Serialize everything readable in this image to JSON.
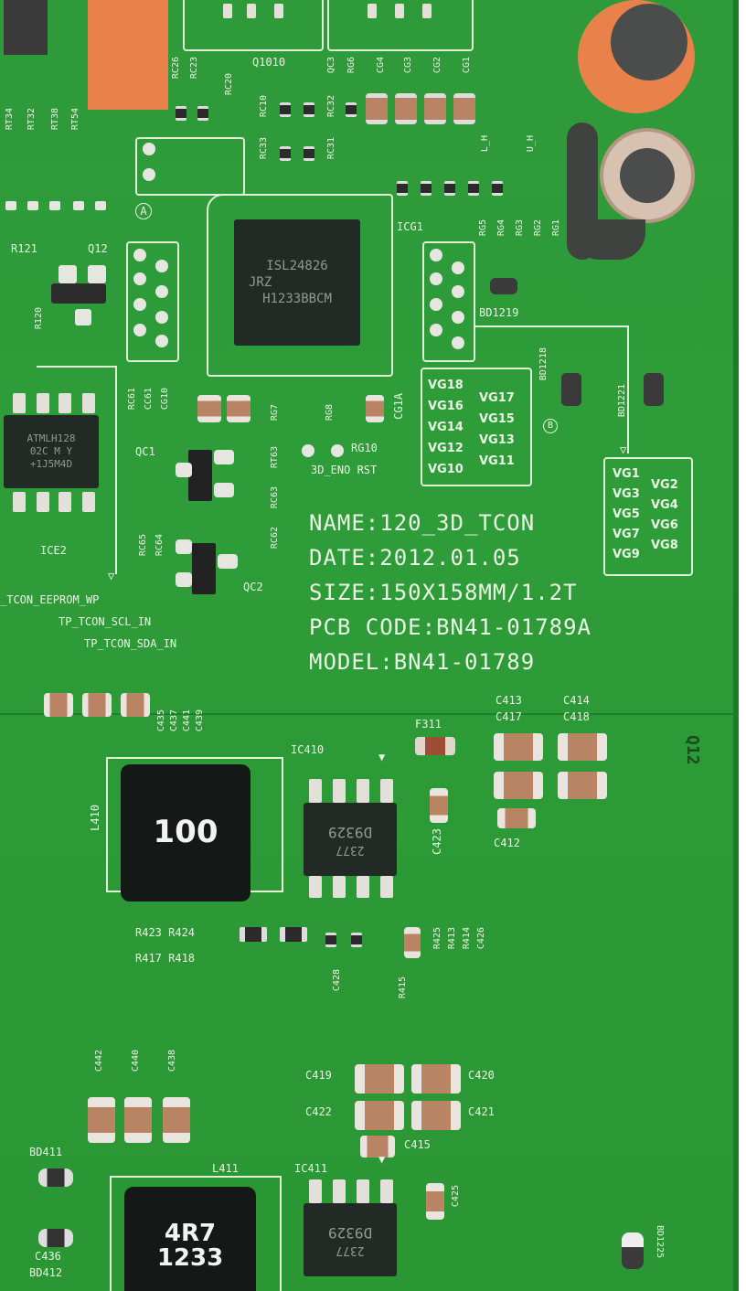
{
  "board": {
    "colors": {
      "pcb_green": "#2e9c39",
      "silkscreen": "#eaf7e4",
      "copper": "#e9824a",
      "chip": "#222a26"
    },
    "info_block": {
      "name": "NAME:120_3D_TCON",
      "date": "DATE:2012.01.05",
      "size": "SIZE:150X158MM/1.2T",
      "pcb_code": "PCB CODE:BN41-01789A",
      "model": "MODEL:BN41-01789"
    },
    "main_ic": {
      "line1": "ISL24826",
      "line2": "JRZ",
      "line3": "H1233BBCM"
    },
    "eeprom_ic": {
      "line1": "ATMLH128",
      "line2": "02C M Y",
      "line3": "+1J5M4D",
      "label": "ICE2"
    },
    "ic410": {
      "label": "IC410",
      "marking1": "D9329",
      "marking2": "2377"
    },
    "ic411": {
      "label": "IC411",
      "marking1": "D9329",
      "marking2": "2377"
    },
    "inductor_l410": {
      "label": "L410",
      "marking": "100"
    },
    "inductor_l411": {
      "label": "L411",
      "marking1": "4R7",
      "marking2": "1233"
    },
    "vg_group_left": [
      "VG18",
      "VG16",
      "VG14",
      "VG12",
      "VG10"
    ],
    "vg_group_left2": [
      "VG17",
      "VG15",
      "VG13",
      "VG11"
    ],
    "vg_group_right_a": [
      "VG1",
      "VG3",
      "VG5",
      "VG7",
      "VG9"
    ],
    "vg_group_right_b": [
      "VG2",
      "VG4",
      "VG6",
      "VG8"
    ],
    "test_points": [
      "_TCON_EEPROM_WP",
      "TP_TCON_SCL_IN",
      "TP_TCON_SDA_IN"
    ],
    "labels": {
      "q1010": "Q1010",
      "rc26": "RC26",
      "rc23": "RC23",
      "rc20": "RC20",
      "rc33": "RC33",
      "rc10": "RC10",
      "rc31": "RC31",
      "rc32": "RC32",
      "qc3": "QC3",
      "rg6": "RG6",
      "cg4": "CG4",
      "cg3": "CG3",
      "cg2": "CG2",
      "cg1": "CG1",
      "icg1": "ICG1",
      "rg5": "RG5",
      "rg4": "RG4",
      "rg3": "RG3",
      "rg2": "RG2",
      "rg1": "RG1",
      "bd1219": "BD1219",
      "bd1218": "BD1218",
      "bd1221": "BD1221",
      "b_mark": "B",
      "a_mark": "A",
      "r121": "R121",
      "q12": "Q12",
      "r120": "R120",
      "rt34": "RT34",
      "rt32": "RT32",
      "rt38": "RT38",
      "rt54": "RT54",
      "rc61": "RC61",
      "cc61": "CC61",
      "cg10": "CG10",
      "qc1": "QC1",
      "rc62": "RC62",
      "rc63": "RC63",
      "rt63": "RT63",
      "rg7": "RG7",
      "rg8": "RG8",
      "cg1a": "CG1A",
      "rg10": "RG10",
      "en_rst": "3D_ENO RST",
      "rc65": "RC65",
      "rc64": "RC64",
      "qc2": "QC2",
      "c435": "C435",
      "c437": "C437",
      "c441": "C441",
      "c439": "C439",
      "f311": "F311",
      "c413": "C413",
      "c414": "C414",
      "c417": "C417",
      "c418": "C418",
      "c412": "C412",
      "c423": "C423",
      "r423": "R423 R424",
      "r417": "R417 R418",
      "c428": "C428",
      "r415": "R415",
      "r425": "R425",
      "r413": "R413",
      "r414": "R414",
      "c426": "C426",
      "c442": "C442",
      "c440": "C440",
      "c438": "C438",
      "c419": "C419",
      "c420": "C420",
      "c422": "C422",
      "c421": "C421",
      "c415": "C415",
      "c425": "C425",
      "bd411": "BD411",
      "c436": "C436",
      "bd412": "BD412",
      "bd1225": "BD1225",
      "edge_mark": "Q12",
      "lh": "L_H",
      "lh2": "U_H"
    }
  }
}
